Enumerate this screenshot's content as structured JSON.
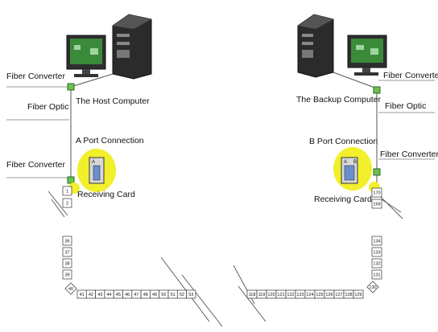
{
  "labels": {
    "fiber_converter": "Fiber Converter",
    "fiber_optic": "Fiber Optic",
    "host_computer": "The Host Computer",
    "backup_computer": "The Backup Computer",
    "a_port": "A Port Connection",
    "b_port": "B Port Connection",
    "receiving_card": "Receiving Card",
    "port_a_letter": "A",
    "port_b_letter": "B"
  },
  "left_column_cells": [
    "1",
    "2",
    "36",
    "37",
    "38",
    "39",
    "40"
  ],
  "left_bottom_cells": [
    "41",
    "42",
    "43",
    "44",
    "45",
    "46",
    "47",
    "48",
    "49",
    "50",
    "51",
    "52",
    "53"
  ],
  "right_column_cells": [
    "170",
    "169",
    "134",
    "133",
    "132",
    "131",
    "130"
  ],
  "right_bottom_cells": [
    "118",
    "119",
    "120",
    "121",
    "122",
    "123",
    "124",
    "125",
    "126",
    "127",
    "128",
    "129"
  ],
  "colors": {
    "highlight": "#f2ef2c",
    "converter": "#6fbf4a",
    "screen": "#3a8a3a",
    "case": "#2e2e2e",
    "line": "#555555"
  }
}
